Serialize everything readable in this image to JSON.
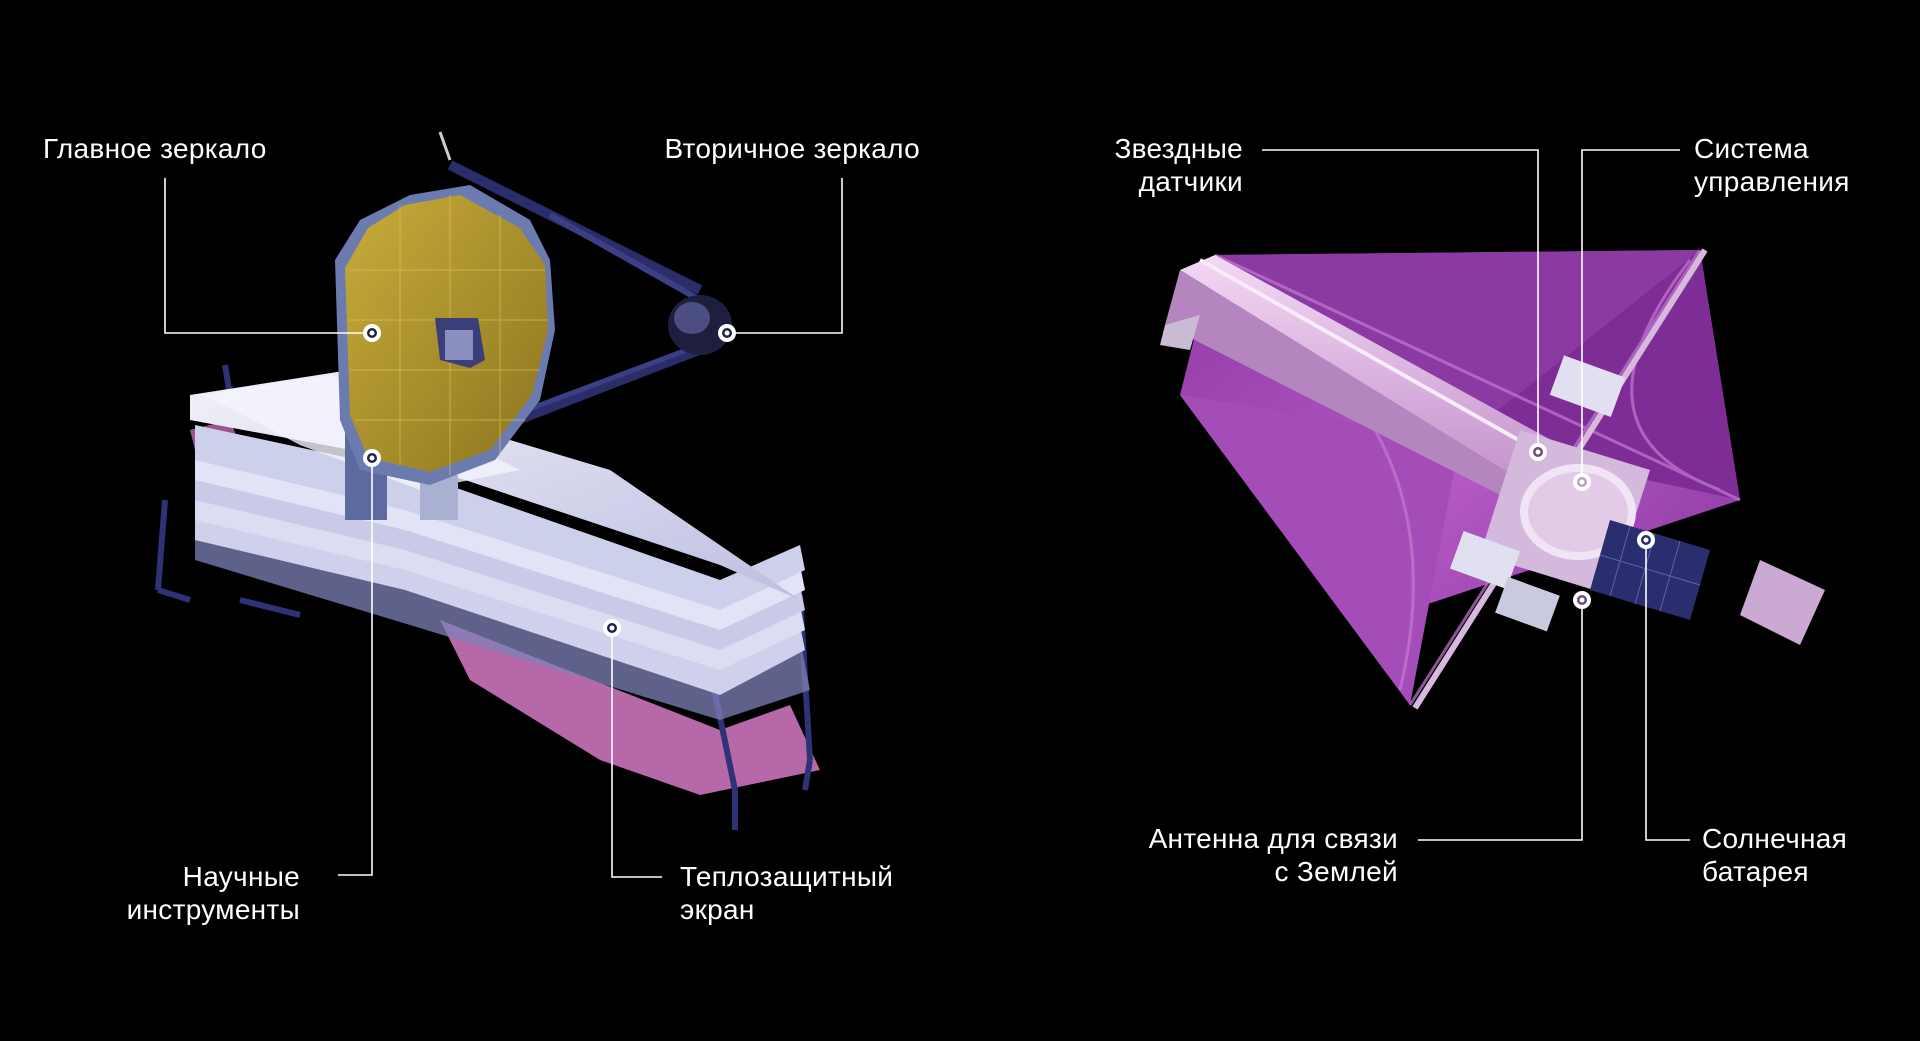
{
  "colors": {
    "background": "#000000",
    "text": "#ffffff",
    "leader_line": "#ffffff",
    "divider_top": "#d8437a",
    "divider_bottom": "#3b63b8",
    "mirror_gold": "#b59a2c",
    "sunshield_silver": "#dfe0f0",
    "sunshield_pink": "#d978c8",
    "sunshield_purple": "#9a3aa8",
    "frame_navy": "#2b2f6e"
  },
  "left_view": {
    "labels": {
      "primary_mirror": "Главное зеркало",
      "secondary_mirror": "Вторичное зеркало",
      "science_instruments": [
        "Научные",
        "инструменты"
      ],
      "sunshield": [
        "Теплозащитный",
        "экран"
      ]
    },
    "icons": [
      "primary-mirror-illustration",
      "secondary-mirror-illustration",
      "sunshield-illustration"
    ]
  },
  "right_view": {
    "labels": {
      "star_trackers": [
        "Звездные",
        "датчики"
      ],
      "control_system": [
        "Система",
        "управления"
      ],
      "antenna": [
        "Антенна для связи",
        "с Землей"
      ],
      "solar_panel": [
        "Солнечная",
        "батарея"
      ]
    },
    "icons": [
      "sunshield-bottom-illustration",
      "spacecraft-bus-illustration",
      "solar-panel-illustration"
    ]
  }
}
